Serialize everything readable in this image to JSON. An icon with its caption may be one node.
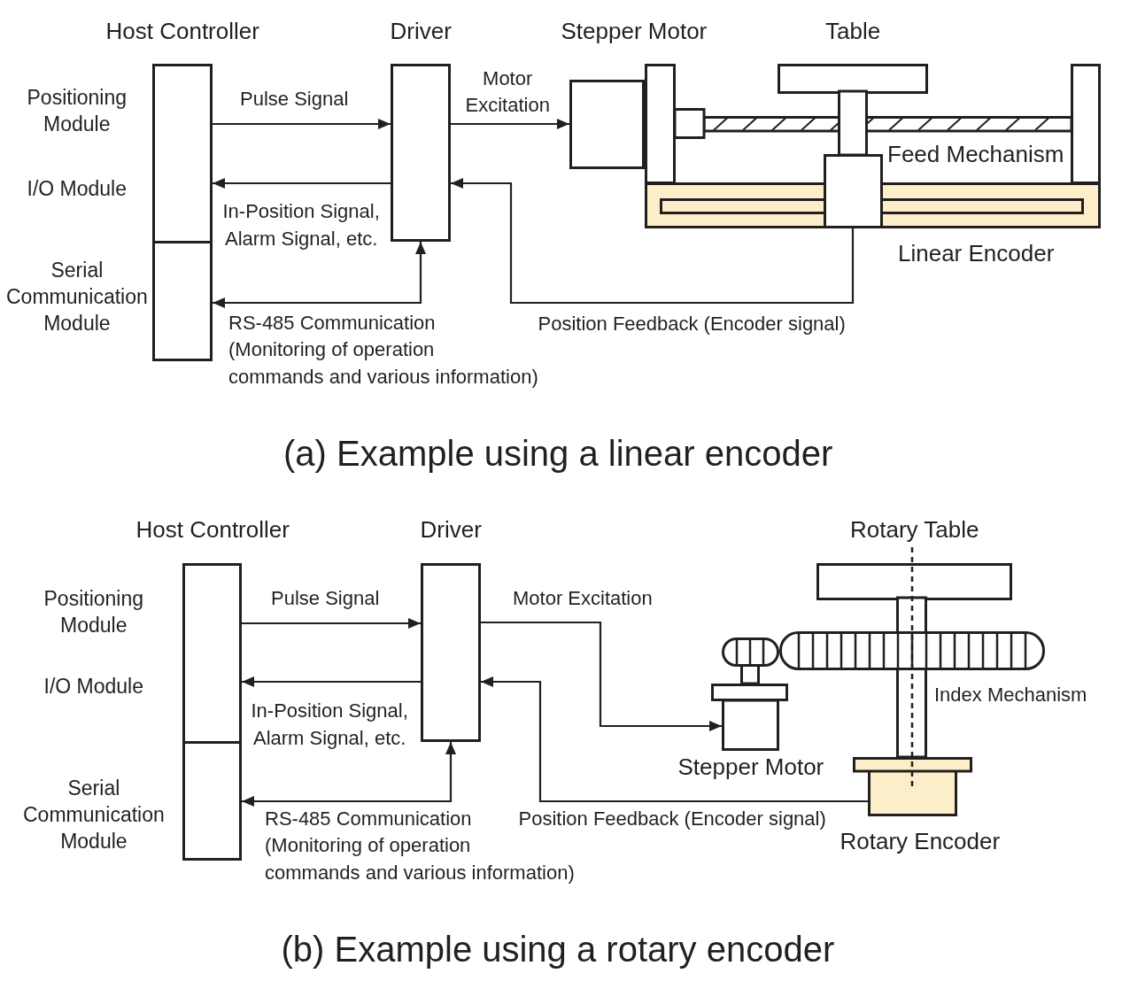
{
  "diagram": {
    "nodes": [
      {
        "text": [
          "Host Controller"
        ]
      },
      {
        "text": [],
        "shape": "box",
        "in": 0,
        "beside": [
          "Positioning Module",
          "I/O Module"
        ]
      },
      {
        "text": [],
        "shape": "box",
        "in": 0,
        "beside": [
          "Serial Communication Module"
        ]
      },
      {
        "text": [
          "Driver"
        ]
      },
      {
        "text": [
          "Stepper Motor"
        ]
      },
      {
        "text": [
          "Linear Encoder"
        ]
      },
      {
        "text": [
          "Host Controller"
        ]
      },
      {
        "text": [],
        "shape": "box",
        "in": 6,
        "beside": [
          "Positioning Module",
          "I/O Module"
        ]
      },
      {
        "text": [],
        "shape": "box",
        "in": 6,
        "beside": [
          "Serial Communication Module"
        ]
      },
      {
        "text": [
          "Driver"
        ]
      },
      {
        "text": [
          "Stepper Motor"
        ]
      },
      {
        "text": [
          "Rotary Encoder"
        ]
      }
    ],
    "edges": [
      {
        "from": 1,
        "to": 3,
        "arrow": "to",
        "label": "Pulse Signal"
      },
      {
        "from": 3,
        "to": 1,
        "arrow": "to",
        "label": "In-Position Signal, Alarm Signal, etc."
      },
      {
        "from": 3,
        "to": 2,
        "arrow": "both",
        "label": "RS-485 Communication (Monitoring of operation commands and various information)"
      },
      {
        "from": 3,
        "to": 4,
        "arrow": "to",
        "label": "Motor Excitation"
      },
      {
        "from": 5,
        "to": 3,
        "arrow": "to",
        "label": "Position Feedback (Encoder signal)"
      },
      {
        "from": 7,
        "to": 9,
        "arrow": "to",
        "label": "Pulse Signal"
      },
      {
        "from": 9,
        "to": 7,
        "arrow": "to",
        "label": "In-Position Signal, Alarm Signal, etc."
      },
      {
        "from": 9,
        "to": 8,
        "arrow": "both",
        "label": "RS-485 Communication (Monitoring of operation commands and various information)"
      },
      {
        "from": 9,
        "to": 10,
        "arrow": "to",
        "label": "Motor Excitation"
      },
      {
        "from": 11,
        "to": 9,
        "arrow": "to",
        "label": "Position Feedback (Encoder signal)"
      }
    ],
    "labels": [
      "Table",
      "Feed Mechanism",
      "(a) Example using a linear encoder",
      "Rotary Table",
      "Index Mechanism",
      "(b) Example using a rotary encoder"
    ]
  }
}
